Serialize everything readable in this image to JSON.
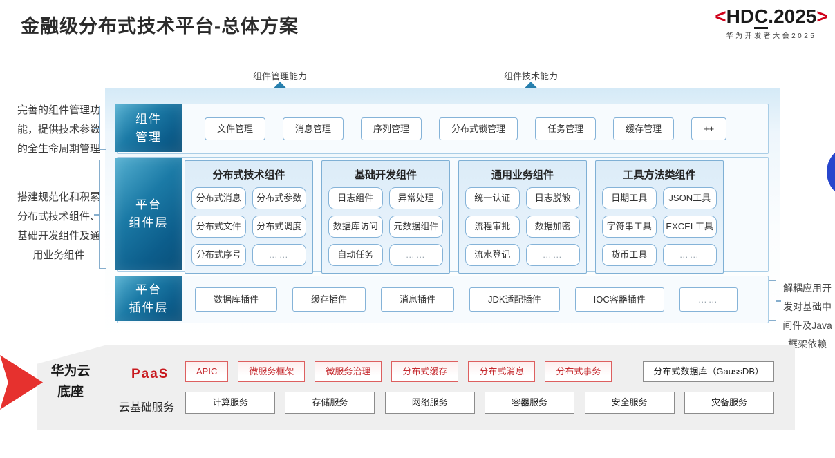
{
  "title": "金融级分布式技术平台-总体方案",
  "logo": {
    "bracket_left": "<",
    "name_pre": "HD",
    "name_c": "C",
    "name_post": ".2025",
    "bracket_right": ">",
    "subtitle": "华为开发者大会2025"
  },
  "capability_arrows": {
    "left_label": "组件管理能力",
    "right_label": "组件技术能力"
  },
  "left_notes": {
    "note1": "完善的组件管理功能，提供技术参数的全生命周期管理",
    "note2": "搭建规范化和积累分布式技术组件、基础开发组件及通用业务组件"
  },
  "right_note": "解耦应用开发对基础中间件及Java框架依赖",
  "layers": {
    "component_mgmt": {
      "label_line1": "组件",
      "label_line2": "管理",
      "items": [
        "文件管理",
        "消息管理",
        "序列管理",
        "分布式锁管理",
        "任务管理",
        "缓存管理",
        "++"
      ]
    },
    "platform_components": {
      "label_line1": "平台",
      "label_line2": "组件层",
      "columns": [
        {
          "header": "分布式技术组件",
          "items": [
            "分布式消息",
            "分布式参数",
            "分布式文件",
            "分布式调度",
            "分布式序号",
            "……"
          ]
        },
        {
          "header": "基础开发组件",
          "items": [
            "日志组件",
            "异常处理",
            "数据库访问",
            "元数据组件",
            "自动任务",
            "……"
          ]
        },
        {
          "header": "通用业务组件",
          "items": [
            "统一认证",
            "日志脱敏",
            "流程审批",
            "数据加密",
            "流水登记",
            "……"
          ]
        },
        {
          "header": "工具方法类组件",
          "items": [
            "日期工具",
            "JSON工具",
            "字符串工具",
            "EXCEL工具",
            "货币工具",
            "……"
          ]
        }
      ]
    },
    "platform_plugins": {
      "label_line1": "平台",
      "label_line2": "插件层",
      "items": [
        "数据库插件",
        "缓存插件",
        "消息插件",
        "JDK适配插件",
        "IOC容器插件",
        "……"
      ]
    }
  },
  "foundation": {
    "label_line1": "华为云",
    "label_line2": "底座",
    "paas": {
      "label": "PaaS",
      "services": [
        "APIC",
        "微服务框架",
        "微服务治理",
        "分布式缓存",
        "分布式消息",
        "分布式事务"
      ],
      "db_service": "分布式数据库（GaussDB）"
    },
    "iaas": {
      "label": "云基础服务",
      "services": [
        "计算服务",
        "存储服务",
        "网络服务",
        "容器服务",
        "安全服务",
        "灾备服务"
      ]
    }
  },
  "colors": {
    "accent_red": "#d0021b",
    "teal_dark": "#0c5d8b",
    "teal_light": "#55b0d1",
    "chip_border_blue": "#85b3d8",
    "panel_blue": "#d5eaf7",
    "foundation_gray": "#efefef",
    "circle_blue": "#2746cd"
  }
}
